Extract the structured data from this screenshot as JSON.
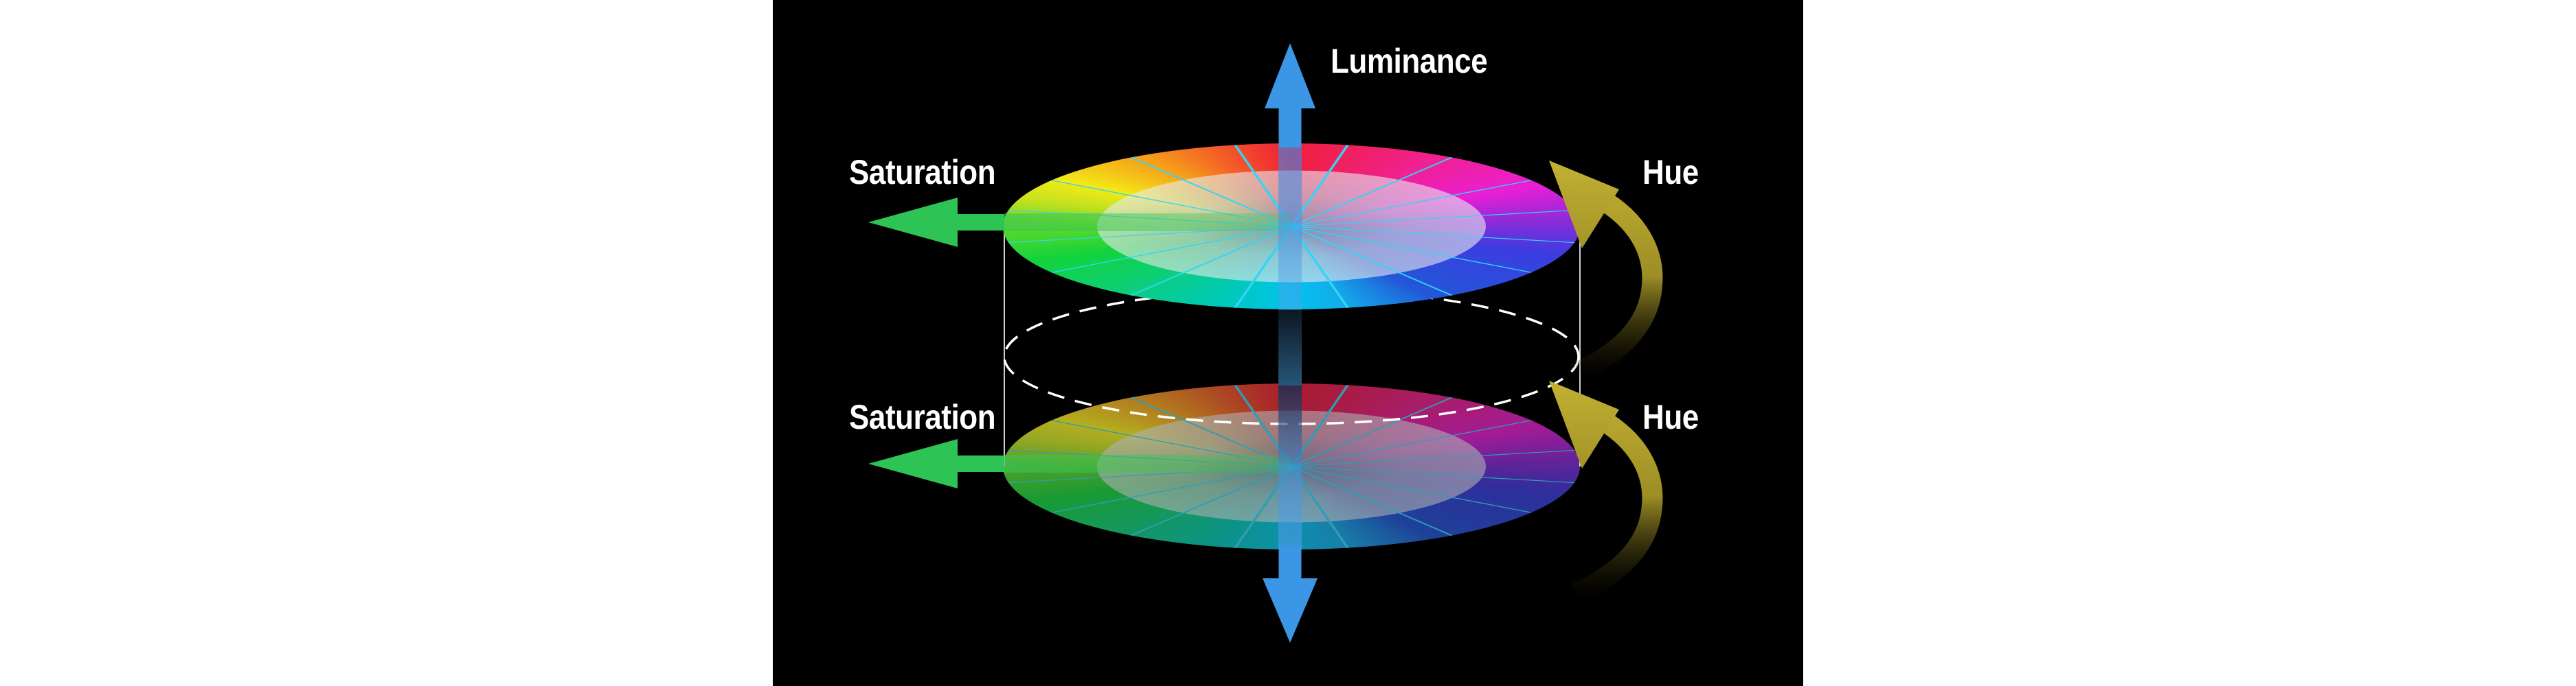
{
  "labels": {
    "luminance": "Luminance",
    "saturation_top": "Saturation",
    "saturation_bottom": "Saturation",
    "hue_top": "Hue",
    "hue_bottom": "Hue"
  },
  "colors": {
    "page_background": "#ffffff",
    "canvas_background": "#000000",
    "label_text": "#ffffff",
    "luminance_arrow": "#3b96e6",
    "saturation_arrow": "#2ec455",
    "hue_arrow": "#b3a22b",
    "wheel_spokes": "#33d4f5",
    "cylinder_dashes": "#ffffff",
    "cylinder_edge_lines": "#dedede"
  },
  "wheel": {
    "sector_count": 16,
    "hue_sequence_clockwise_from_top": [
      "red",
      "pink",
      "magenta",
      "purple",
      "blue-violet",
      "blue",
      "azure",
      "cyan",
      "teal",
      "spring-green",
      "green",
      "chartreuse",
      "yellow-green",
      "yellow",
      "orange",
      "red-orange"
    ]
  }
}
